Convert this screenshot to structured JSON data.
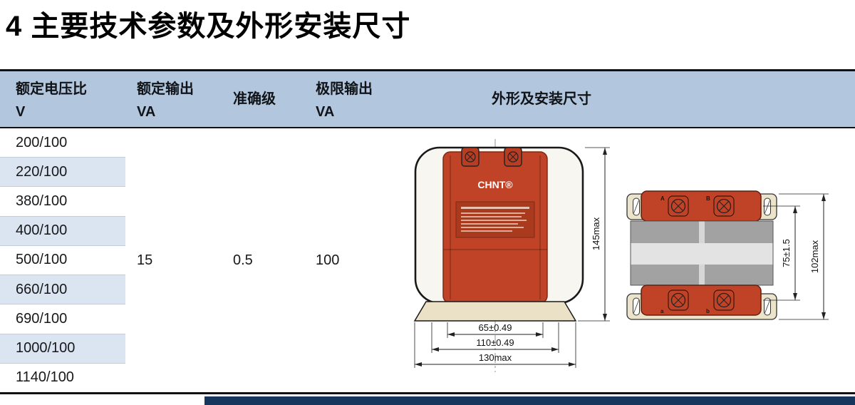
{
  "page": {
    "title": "4 主要技术参数及外形安装尺寸"
  },
  "table": {
    "header": {
      "voltage_ratio_label": "额定电压比",
      "voltage_ratio_unit": "V",
      "rated_output_label": "额定输出",
      "rated_output_unit": "VA",
      "accuracy_label": "准确级",
      "limit_output_label": "极限输出",
      "limit_output_unit": "VA",
      "drawing_label": "外形及安装尺寸"
    },
    "rows": [
      "200/100",
      "220/100",
      "380/100",
      "400/100",
      "500/100",
      "660/100",
      "690/100",
      "1000/100",
      "1140/100"
    ],
    "rated_output_value": "15",
    "accuracy_value": "0.5",
    "limit_output_value": "100"
  },
  "drawing": {
    "brand": "CHNT®",
    "terminal_a": "A",
    "terminal_b": "B",
    "terminal_a_secondary": "a",
    "terminal_b_secondary": "b",
    "dim_height": "145max",
    "dim_hole_spacing": "65±0.49",
    "dim_slot_spacing": "110±0.49",
    "dim_base_width": "130max",
    "dim_side_hole_spacing": "75±1.5",
    "dim_depth": "102max"
  },
  "colors": {
    "header_bg": "#b2c6de",
    "row_alt_bg": "#dbe5f1",
    "transformer_body": "#c04328",
    "base_beige": "#eae1c6",
    "footer_bar": "#17365d"
  }
}
